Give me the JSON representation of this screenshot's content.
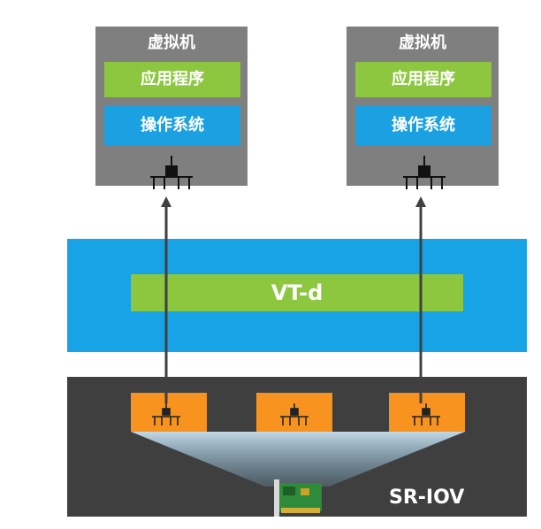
{
  "vms": [
    {
      "title": "虚拟机",
      "app": "应用程序",
      "os": "操作系统"
    },
    {
      "title": "虚拟机",
      "app": "应用程序",
      "os": "操作系统"
    }
  ],
  "hypervisor": {
    "vtd_label": "VT-d"
  },
  "nic": {
    "label": "SR-IOV",
    "virtual_functions": 3
  },
  "colors": {
    "vm_gray": "#7f7f7f",
    "green": "#8dc63f",
    "blue": "#1ba1e2",
    "dark": "#3f3f3f",
    "orange": "#f7931e"
  }
}
